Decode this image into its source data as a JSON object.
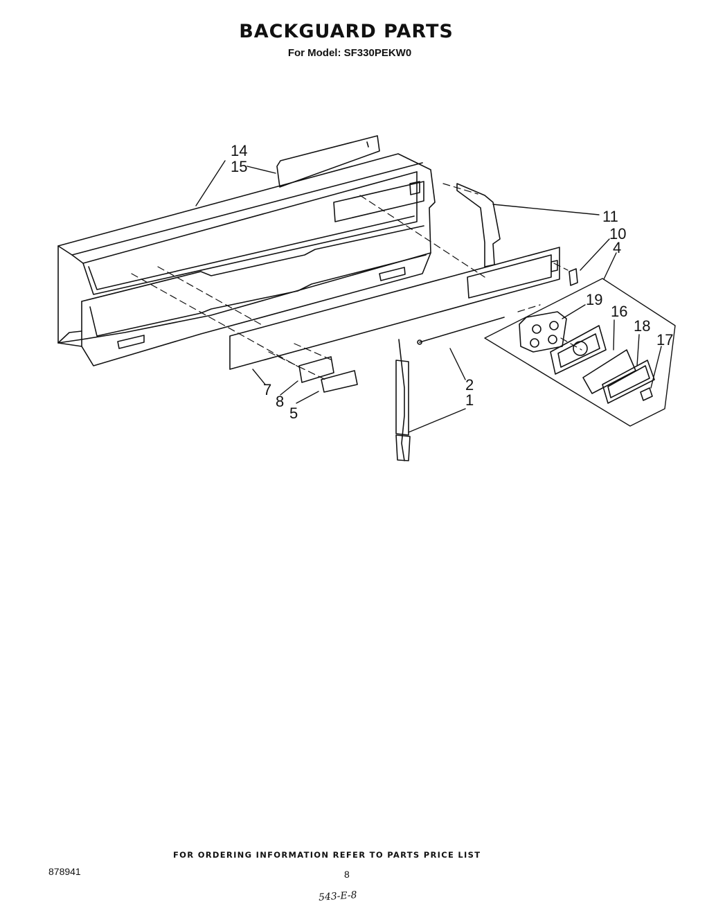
{
  "header": {
    "title": "BACKGUARD PARTS",
    "subtitle": "For Model: SF330PEKW0"
  },
  "callouts": {
    "c14": "14",
    "c15": "15",
    "c11": "11",
    "c10": "10",
    "c4": "4",
    "c19": "19",
    "c16": "16",
    "c18": "18",
    "c17": "17",
    "c2": "2",
    "c1": "1",
    "c7": "7",
    "c8": "8",
    "c5": "5"
  },
  "footer": {
    "ordering_note": "FOR ORDERING INFORMATION REFER TO PARTS PRICE LIST",
    "doc_number": "878941",
    "page_number": "8",
    "handwritten_note": "543-E-8"
  }
}
